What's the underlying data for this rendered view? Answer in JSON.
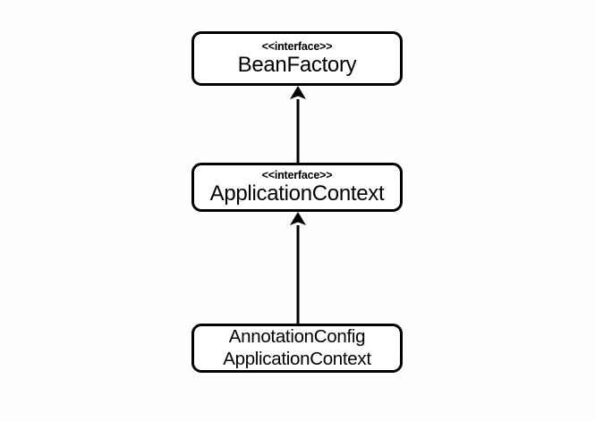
{
  "diagram": {
    "type": "uml-class-hierarchy",
    "background_color": "#fefefe",
    "line_color": "#000000",
    "box_fill_color": "#ffffff",
    "nodes": [
      {
        "id": "beanfactory",
        "stereotype": "<<interface>>",
        "name": "BeanFactory",
        "is_interface": true
      },
      {
        "id": "applicationcontext",
        "stereotype": "<<interface>>",
        "name": "ApplicationContext",
        "is_interface": true
      },
      {
        "id": "annotationconfig",
        "stereotype": "",
        "name_line1": "AnnotationConfig",
        "name_line2": "ApplicationContext",
        "is_interface": false
      }
    ],
    "edges": [
      {
        "id": "edge-1",
        "from": "ApplicationContext",
        "to": "BeanFactory",
        "relation": "generalization",
        "arrowhead": "solid-triangle",
        "direction": "up"
      },
      {
        "id": "edge-2",
        "from": "AnnotationConfigApplicationContext",
        "to": "ApplicationContext",
        "relation": "generalization",
        "arrowhead": "solid-triangle",
        "direction": "up"
      }
    ]
  }
}
